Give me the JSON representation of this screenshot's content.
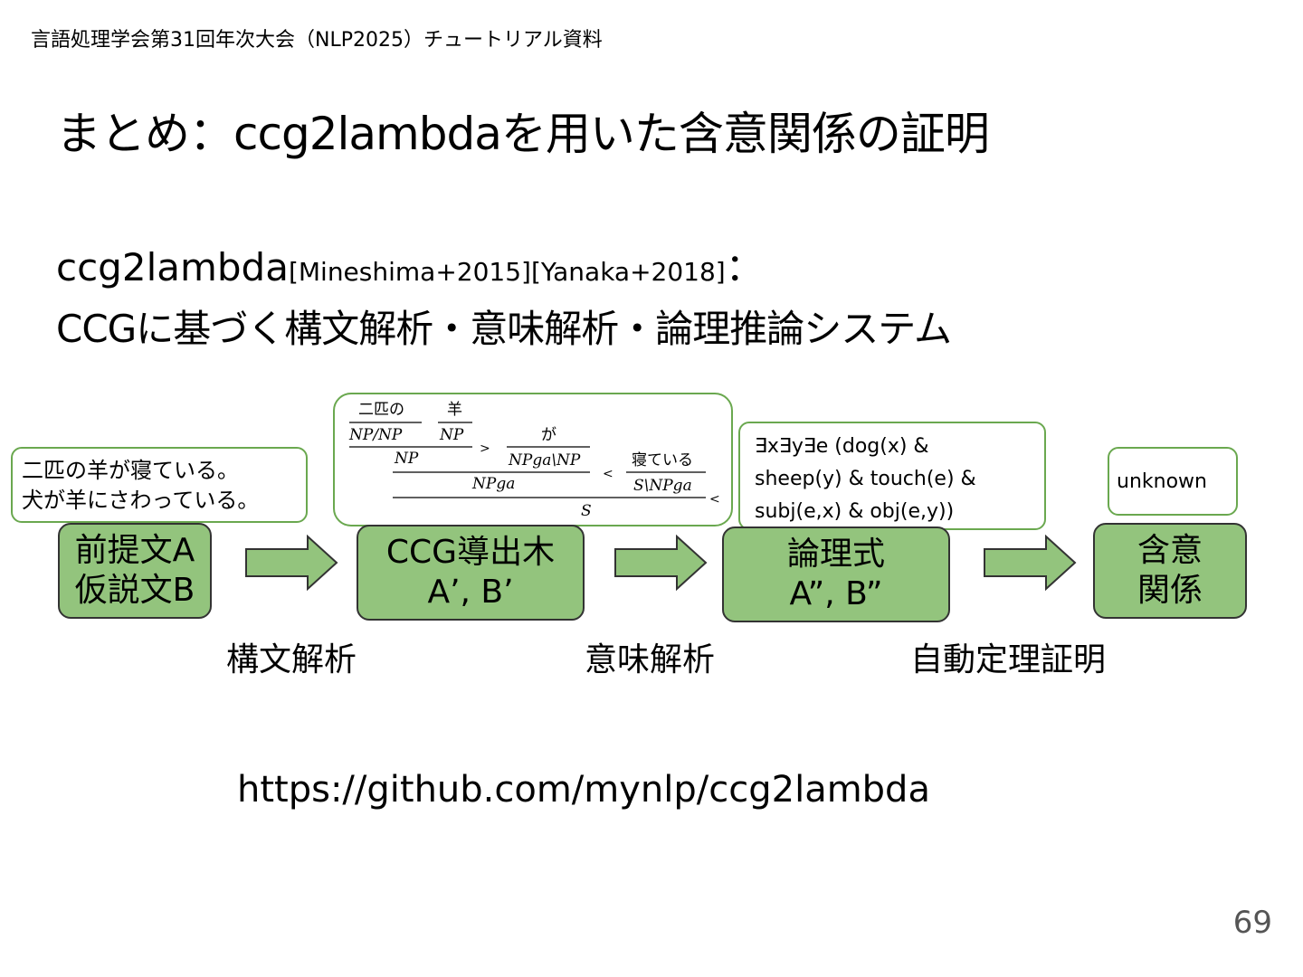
{
  "header": "言語処理学会第31回年次大会（NLP2025）チュートリアル資料",
  "title": "まとめ：ccg2lambdaを用いた含意関係の証明",
  "intro": {
    "name": "ccg2lambda",
    "citations": "[Mineshima+2015][Yanaka+2018]",
    "colon": "：",
    "description": "CCGに基づく構文解析・意味解析・論理推論システム"
  },
  "bubbles": {
    "sentences": [
      "二匹の羊が寝ている。",
      "犬が羊にさわっている。"
    ],
    "derivation": {
      "w1": "二匹の",
      "w2": "羊",
      "w3": "が",
      "w4": "寝ている",
      "c1": "NP/NP",
      "c2": "NP",
      "c3": "NP",
      "c4": "NPga\\NP",
      "c5": "NPga",
      "c6": "S\\NPga",
      "c7": "S",
      "r1": ">",
      "r2": "<",
      "r3": "<"
    },
    "formula": [
      "∃x∃y∃e (dog(x) &",
      "sheep(y) & touch(e) &",
      "subj(e,x) & obj(e,y))"
    ],
    "result": "unknown"
  },
  "boxes": [
    {
      "line1": "前提文A",
      "line2": "仮説文B"
    },
    {
      "line1": "CCG導出木",
      "line2": "A’, B’"
    },
    {
      "line1": "論理式",
      "line2": "A”, B”"
    },
    {
      "line1": "含意",
      "line2": "関係"
    }
  ],
  "steps": [
    "構文解析",
    "意味解析",
    "自動定理証明"
  ],
  "url": "https://github.com/mynlp/ccg2lambda",
  "page_number": "69",
  "colors": {
    "box_fill": "#93c47d",
    "bubble_border": "#6aa84f"
  }
}
